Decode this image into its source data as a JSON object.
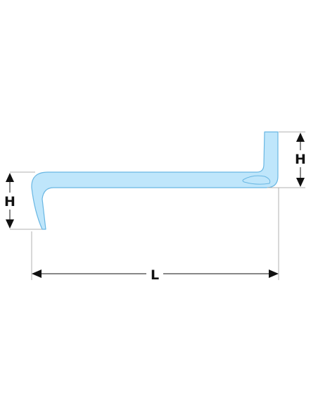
{
  "diagram": {
    "labels": {
      "height_left": "H",
      "height_right": "H",
      "length": "L"
    },
    "colors": {
      "tool_fill": "#bfe6fb",
      "tool_outline": "#69b7e3",
      "dimension_line": "#111111",
      "extension_line": "#b0b0b0"
    }
  }
}
